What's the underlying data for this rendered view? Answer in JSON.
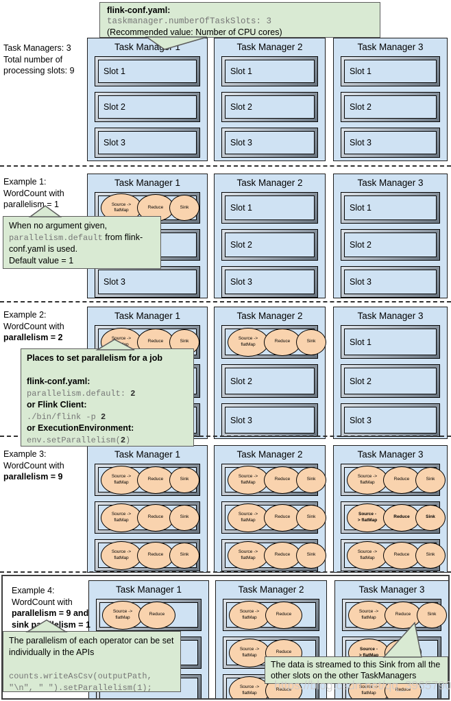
{
  "colors": {
    "task_manager_fill": "#cfe2f3",
    "operator_oval_fill": "#f9d3ae",
    "callout_fill": "#d9ead3"
  },
  "top_callout": {
    "title": "flink-conf.yaml:",
    "code": "taskmanager.numberOfTaskSlots: 3",
    "note": "(Recommended value: Number of CPU cores)"
  },
  "watermark": "https://blog.csdn.net/qq_39657909",
  "rows": [
    {
      "name": "overview",
      "label": [
        {
          "text": "Task Managers: 3\nTotal number of\nprocessing slots: 9",
          "bold": false
        }
      ],
      "tms": [
        {
          "title": "Task Manager 1",
          "slots": [
            {
              "kind": "label",
              "text": "Slot 1"
            },
            {
              "kind": "label",
              "text": "Slot 2"
            },
            {
              "kind": "label",
              "text": "Slot 3"
            }
          ]
        },
        {
          "title": "Task Manager 2",
          "slots": [
            {
              "kind": "label",
              "text": "Slot 1"
            },
            {
              "kind": "label",
              "text": "Slot 2"
            },
            {
              "kind": "label",
              "text": "Slot 3"
            }
          ]
        },
        {
          "title": "Task Manager 3",
          "slots": [
            {
              "kind": "label",
              "text": "Slot 1"
            },
            {
              "kind": "label",
              "text": "Slot 2"
            },
            {
              "kind": "label",
              "text": "Slot 3"
            }
          ]
        }
      ]
    },
    {
      "name": "example1",
      "label": [
        {
          "text": "Example 1:\nWordCount with\nparallelism = 1",
          "bold": false
        }
      ],
      "tms": [
        {
          "title": "Task Manager 1",
          "slots": [
            {
              "kind": "ovals",
              "ovals": [
                {
                  "t": "Source ->\nflatMap",
                  "b": false
                },
                {
                  "t": "Reduce",
                  "b": false
                },
                {
                  "t": "Sink",
                  "b": false
                }
              ]
            },
            {
              "kind": "empty"
            },
            {
              "kind": "label",
              "text": "Slot 3"
            }
          ]
        },
        {
          "title": "Task Manager 2",
          "slots": [
            {
              "kind": "label",
              "text": "Slot 1"
            },
            {
              "kind": "label",
              "text": "Slot 2"
            },
            {
              "kind": "label",
              "text": "Slot 3"
            }
          ]
        },
        {
          "title": "Task Manager 3",
          "slots": [
            {
              "kind": "label",
              "text": "Slot 1"
            },
            {
              "kind": "label",
              "text": "Slot 2"
            },
            {
              "kind": "label",
              "text": "Slot 3"
            }
          ]
        }
      ],
      "callouts": [
        [
          {
            "text": "When no argument given,\n",
            "style": "plain"
          },
          {
            "text": "parallelism.default",
            "style": "mono"
          },
          {
            "text": " from flink-conf.yaml is used.\nDefault value = 1",
            "style": "plain"
          }
        ]
      ]
    },
    {
      "name": "example2",
      "label": [
        {
          "text": "Example 2:\nWordCount with\n",
          "bold": false
        },
        {
          "text": "parallelism = 2",
          "bold": true
        }
      ],
      "tms": [
        {
          "title": "Task Manager 1",
          "slots": [
            {
              "kind": "ovals",
              "ovals": [
                {
                  "t": "Source ->\nflatMap",
                  "b": false
                },
                {
                  "t": "Reduce",
                  "b": false
                },
                {
                  "t": "Sink",
                  "b": false
                }
              ]
            },
            {
              "kind": "empty"
            },
            {
              "kind": "empty"
            }
          ]
        },
        {
          "title": "Task Manager 2",
          "slots": [
            {
              "kind": "ovals",
              "ovals": [
                {
                  "t": "Source ->\nflatMap",
                  "b": false
                },
                {
                  "t": "Reduce",
                  "b": false
                },
                {
                  "t": "Sink",
                  "b": false
                }
              ]
            },
            {
              "kind": "label",
              "text": "Slot 2"
            },
            {
              "kind": "label",
              "text": "Slot 3"
            }
          ]
        },
        {
          "title": "Task Manager 3",
          "slots": [
            {
              "kind": "label",
              "text": "Slot 1"
            },
            {
              "kind": "label",
              "text": "Slot 2"
            },
            {
              "kind": "label",
              "text": "Slot 3"
            }
          ]
        }
      ],
      "callouts": [
        [
          {
            "text": "Places to set parallelism for a job\n\n",
            "style": "bold"
          },
          {
            "text": "flink-conf.yaml:\n",
            "style": "bold"
          },
          {
            "text": "parallelism.default: ",
            "style": "mono"
          },
          {
            "text": "2",
            "style": "monob"
          },
          {
            "text": "\n",
            "style": "mono"
          },
          {
            "text": "or Flink Client:\n",
            "style": "bold"
          },
          {
            "text": "./bin/flink -p ",
            "style": "mono"
          },
          {
            "text": "2",
            "style": "monob"
          },
          {
            "text": "\n",
            "style": "mono"
          },
          {
            "text": "or ExecutionEnvironment:\n",
            "style": "bold"
          },
          {
            "text": "env.setParallelism(",
            "style": "mono"
          },
          {
            "text": "2",
            "style": "monob"
          },
          {
            "text": ")",
            "style": "mono"
          }
        ]
      ]
    },
    {
      "name": "example3",
      "label": [
        {
          "text": "Example 3:\nWordCount with\n",
          "bold": false
        },
        {
          "text": "parallelism = 9",
          "bold": true
        }
      ],
      "tms": [
        {
          "title": "Task Manager 1",
          "slots": [
            {
              "kind": "ovals",
              "ovals": [
                {
                  "t": "Source ->\nflatMap",
                  "b": false
                },
                {
                  "t": "Reduce",
                  "b": false
                },
                {
                  "t": "Sink",
                  "b": false
                }
              ]
            },
            {
              "kind": "ovals",
              "ovals": [
                {
                  "t": "Source ->\nflatMap",
                  "b": false
                },
                {
                  "t": "Reduce",
                  "b": false
                },
                {
                  "t": "Sink",
                  "b": false
                }
              ]
            },
            {
              "kind": "ovals",
              "ovals": [
                {
                  "t": "Source ->\nflatMap",
                  "b": false
                },
                {
                  "t": "Reduce",
                  "b": false
                },
                {
                  "t": "Sink",
                  "b": false
                }
              ]
            }
          ]
        },
        {
          "title": "Task Manager 2",
          "slots": [
            {
              "kind": "ovals",
              "ovals": [
                {
                  "t": "Source ->\nflatMap",
                  "b": false
                },
                {
                  "t": "Reduce",
                  "b": false
                },
                {
                  "t": "Sink",
                  "b": false
                }
              ]
            },
            {
              "kind": "ovals",
              "ovals": [
                {
                  "t": "Source ->\nflatMap",
                  "b": false
                },
                {
                  "t": "Reduce",
                  "b": false
                },
                {
                  "t": "Sink",
                  "b": false
                }
              ]
            },
            {
              "kind": "ovals",
              "ovals": [
                {
                  "t": "Source ->\nflatMap",
                  "b": false
                },
                {
                  "t": "Reduce",
                  "b": false
                },
                {
                  "t": "Sink",
                  "b": false
                }
              ]
            }
          ]
        },
        {
          "title": "Task Manager 3",
          "slots": [
            {
              "kind": "ovals",
              "ovals": [
                {
                  "t": "Source ->\nflatMap",
                  "b": false
                },
                {
                  "t": "Reduce",
                  "b": false
                },
                {
                  "t": "Sink",
                  "b": false
                }
              ]
            },
            {
              "kind": "ovals",
              "ovals": [
                {
                  "t": "Source -\n> flatMap",
                  "b": true
                },
                {
                  "t": "Reduce",
                  "b": true
                },
                {
                  "t": "Sink",
                  "b": true
                }
              ]
            },
            {
              "kind": "ovals",
              "ovals": [
                {
                  "t": "Source ->\nflatMap",
                  "b": false
                },
                {
                  "t": "Reduce",
                  "b": false
                },
                {
                  "t": "Sink",
                  "b": false
                }
              ]
            }
          ]
        }
      ]
    },
    {
      "name": "example4",
      "label": [
        {
          "text": "Example 4:\nWordCount with\n",
          "bold": false
        },
        {
          "text": "parallelism = 9 and\nsink parallelism = 1",
          "bold": true
        }
      ],
      "tms": [
        {
          "title": "Task Manager 1",
          "slots": [
            {
              "kind": "ovals",
              "ovals": [
                {
                  "t": "Source ->\nflatMap",
                  "b": false
                },
                {
                  "t": "Reduce",
                  "b": false
                }
              ]
            },
            {
              "kind": "empty"
            },
            {
              "kind": "empty"
            }
          ]
        },
        {
          "title": "Task Manager 2",
          "slots": [
            {
              "kind": "ovals",
              "ovals": [
                {
                  "t": "Source ->\nflatMap",
                  "b": false
                },
                {
                  "t": "Reduce",
                  "b": false
                }
              ]
            },
            {
              "kind": "ovals",
              "ovals": [
                {
                  "t": "Source ->\nflatMap",
                  "b": false
                },
                {
                  "t": "Reduce",
                  "b": false
                }
              ]
            },
            {
              "kind": "ovals",
              "ovals": [
                {
                  "t": "Source ->\nflatMap",
                  "b": false
                },
                {
                  "t": "Reduce",
                  "b": false
                }
              ]
            }
          ]
        },
        {
          "title": "Task Manager 3",
          "slots": [
            {
              "kind": "ovals",
              "ovals": [
                {
                  "t": "Source ->\nflatMap",
                  "b": false
                },
                {
                  "t": "Reduce",
                  "b": false
                },
                {
                  "t": "Sink",
                  "b": false
                }
              ]
            },
            {
              "kind": "ovals",
              "ovals": [
                {
                  "t": "Source -\n> flatMap",
                  "b": true
                },
                {
                  "t": "Reduce",
                  "b": true
                }
              ]
            },
            {
              "kind": "ovals",
              "ovals": [
                {
                  "t": "Source ->\nflatMap",
                  "b": false
                },
                {
                  "t": "Reduce",
                  "b": false
                }
              ]
            }
          ]
        }
      ],
      "callouts": [
        [
          {
            "text": "The parallelism of each operator can be set individually in the APIs\n\n",
            "style": "plain"
          },
          {
            "text": "counts.writeAsCsv(outputPath,\n\"\\n\", \" \").setParallelism(1);",
            "style": "mono"
          }
        ],
        [
          {
            "text": "The data is streamed to this Sink from all the other slots on the other TaskManagers",
            "style": "plain"
          }
        ]
      ]
    }
  ]
}
